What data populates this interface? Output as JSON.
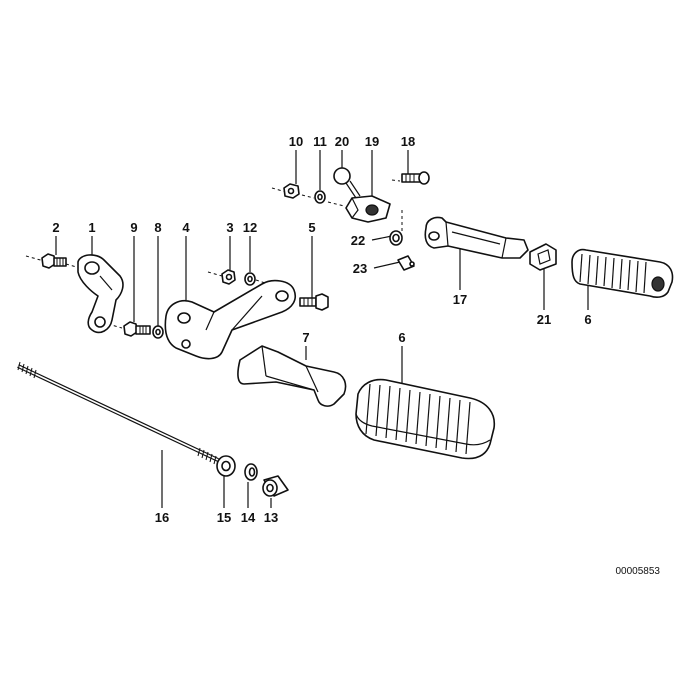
{
  "diagram": {
    "reference_code": "00005853",
    "callouts": {
      "p1": "1",
      "p2": "2",
      "p3": "3",
      "p4": "4",
      "p5": "5",
      "p6a": "6",
      "p6b": "6",
      "p7": "7",
      "p8": "8",
      "p9": "9",
      "p10": "10",
      "p11": "11",
      "p12": "12",
      "p13": "13",
      "p14": "14",
      "p15": "15",
      "p16": "16",
      "p17": "17",
      "p18": "18",
      "p19": "19",
      "p20": "20",
      "p21": "21",
      "p22": "22",
      "p23": "23"
    },
    "parts": [
      {
        "id": "1",
        "kind": "bracket"
      },
      {
        "id": "2",
        "kind": "hex-bolt"
      },
      {
        "id": "3",
        "kind": "hex-nut"
      },
      {
        "id": "4",
        "kind": "footrest-plate"
      },
      {
        "id": "5",
        "kind": "bolt"
      },
      {
        "id": "6",
        "kind": "footrest-rubber"
      },
      {
        "id": "7",
        "kind": "footrest-lever"
      },
      {
        "id": "8",
        "kind": "washer"
      },
      {
        "id": "9",
        "kind": "hex-bolt"
      },
      {
        "id": "10",
        "kind": "nut"
      },
      {
        "id": "11",
        "kind": "washer"
      },
      {
        "id": "12",
        "kind": "washer"
      },
      {
        "id": "13",
        "kind": "bush"
      },
      {
        "id": "14",
        "kind": "washer"
      },
      {
        "id": "15",
        "kind": "bush"
      },
      {
        "id": "16",
        "kind": "threaded-rod"
      },
      {
        "id": "17",
        "kind": "footrest"
      },
      {
        "id": "18",
        "kind": "screw"
      },
      {
        "id": "19",
        "kind": "holder"
      },
      {
        "id": "20",
        "kind": "ball-pin"
      },
      {
        "id": "21",
        "kind": "cap"
      },
      {
        "id": "22",
        "kind": "ring"
      },
      {
        "id": "23",
        "kind": "spring-clip"
      }
    ]
  }
}
